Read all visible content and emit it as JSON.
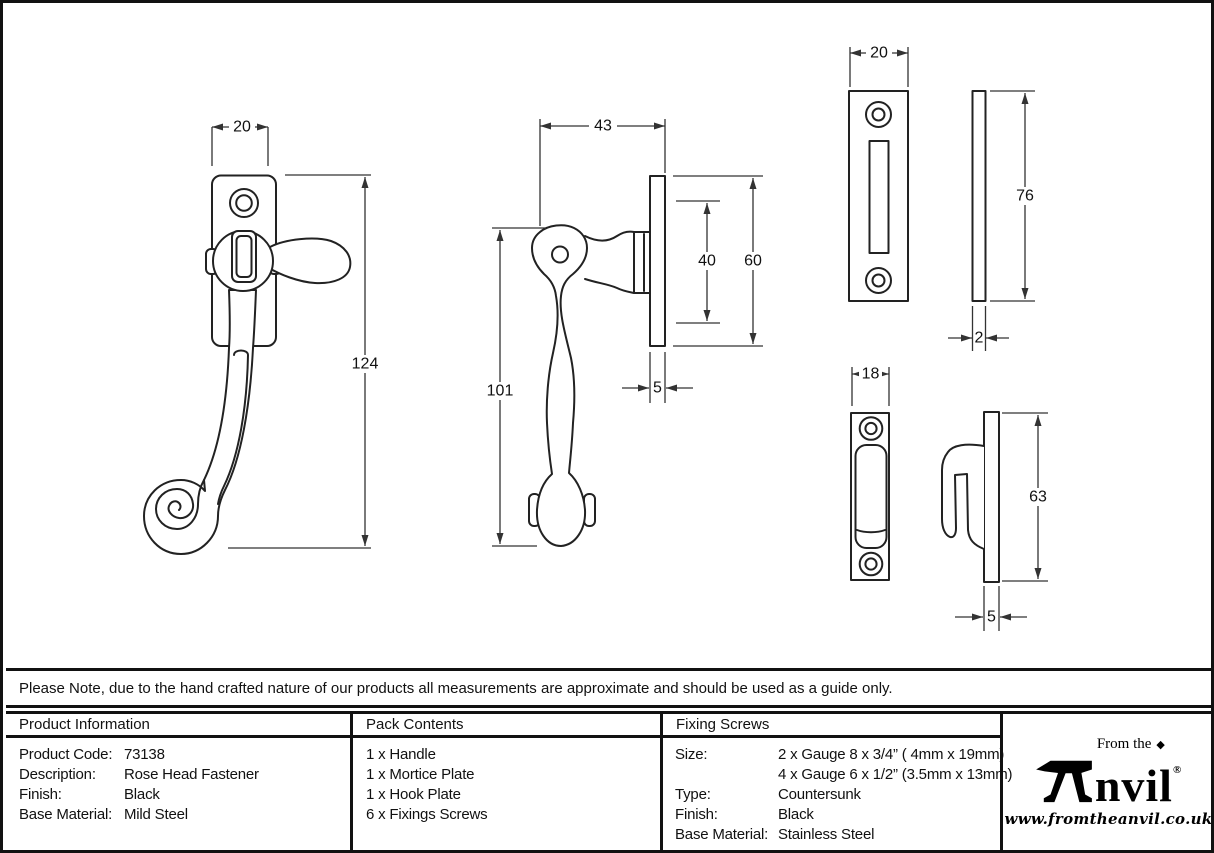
{
  "note": "Please Note, due to the hand crafted nature of our products all measurements are approximate and should be used as a guide only.",
  "table": {
    "product_information": {
      "title": "Product Information",
      "rows": [
        {
          "label": "Product Code:",
          "value": "73138"
        },
        {
          "label": "Description:",
          "value": "Rose Head Fastener"
        },
        {
          "label": "Finish:",
          "value": "Black"
        },
        {
          "label": "Base Material:",
          "value": "Mild Steel"
        }
      ]
    },
    "pack_contents": {
      "title": "Pack Contents",
      "items": [
        "1 x Handle",
        "1 x Mortice Plate",
        "1 x Hook Plate",
        "6 x Fixings Screws"
      ]
    },
    "fixing_screws": {
      "title": "Fixing Screws",
      "rows": [
        {
          "label": "Size:",
          "value": "2 x Gauge 8 x 3/4” ( 4mm x 19mm)"
        },
        {
          "label": "",
          "value": "4 x Gauge 6 x 1/2” (3.5mm x 13mm)"
        },
        {
          "label": "Type:",
          "value": "Countersunk"
        },
        {
          "label": "Finish:",
          "value": "Black"
        },
        {
          "label": "Base Material:",
          "value": "Stainless Steel"
        }
      ]
    }
  },
  "logo": {
    "tagline": "From the",
    "diamond": "◆",
    "brand_suffix": "nvil",
    "registered": "®",
    "website": "www.fromtheanvil.co.uk"
  },
  "drawings": {
    "front_view": {
      "width": "20",
      "height": "124"
    },
    "side_view": {
      "width": "43",
      "handle_height": "101",
      "inner_height": "40",
      "plate_height": "60",
      "plate_thickness": "5"
    },
    "mortice_plate": {
      "width": "20",
      "height": "76",
      "thickness": "2"
    },
    "hook_plate": {
      "width": "18",
      "height": "63",
      "thickness": "5"
    }
  }
}
